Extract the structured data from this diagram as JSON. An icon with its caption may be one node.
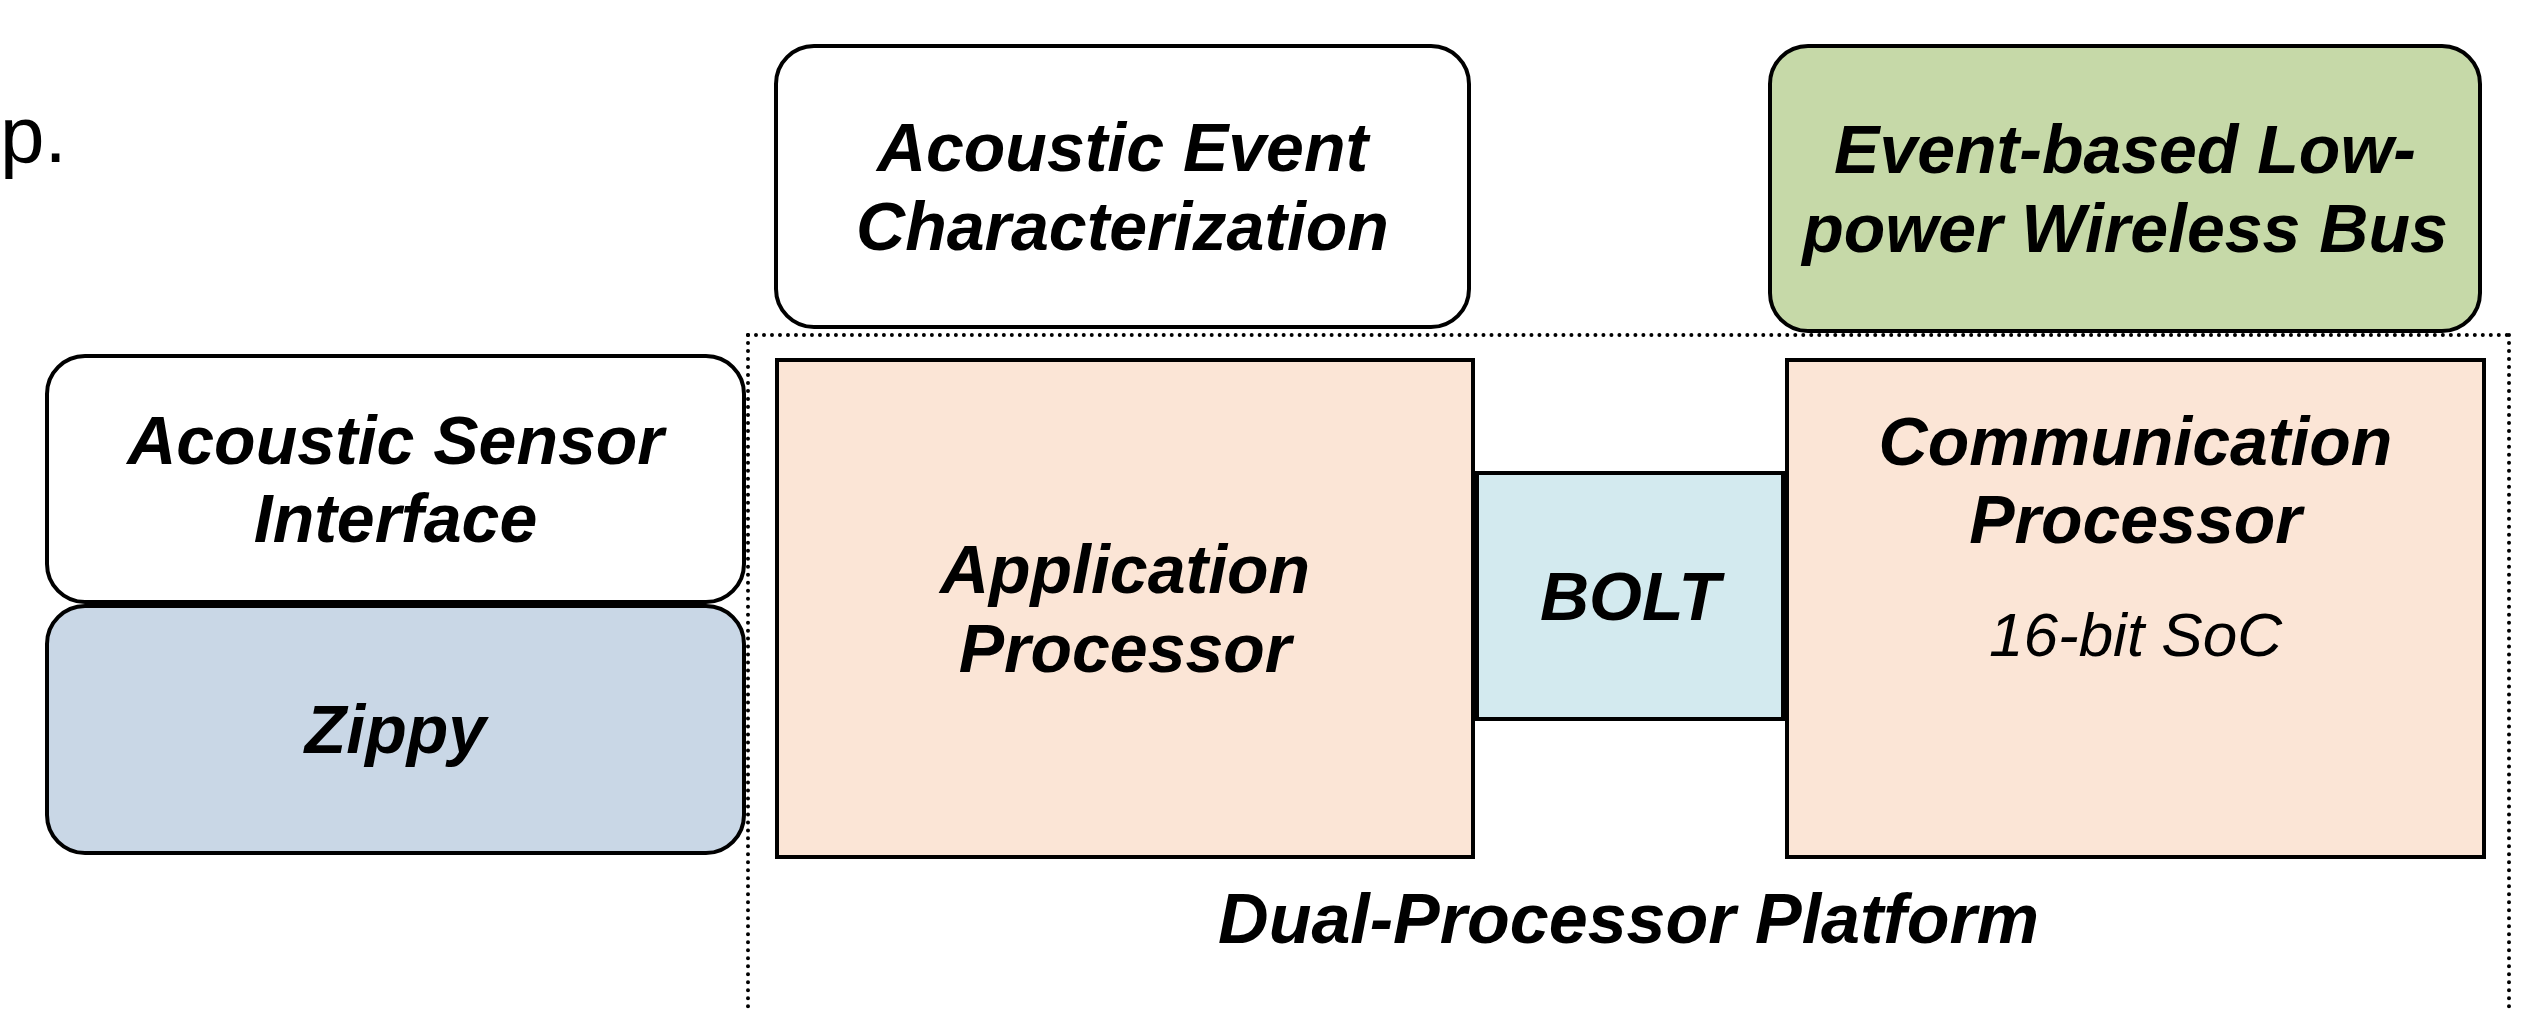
{
  "diagram": {
    "nodes": [
      {
        "text": [
          "Acoustic Event Characterization"
        ]
      },
      {
        "text": [
          "Event-based Low-power Wireless Bus"
        ]
      },
      {
        "text": [
          "Dual-Processor Platform"
        ]
      },
      {
        "text": [
          "Acoustic Sensor Interface"
        ]
      },
      {
        "text": [
          "Application Processor"
        ],
        "in": 2
      },
      {
        "text": [
          "BOLT"
        ],
        "in": 2
      },
      {
        "text": [
          "Communication Processor",
          "16-bit SoC"
        ],
        "in": 2
      },
      {
        "text": [
          "Zippy"
        ]
      }
    ],
    "edges": [],
    "labels": [
      "p."
    ]
  }
}
